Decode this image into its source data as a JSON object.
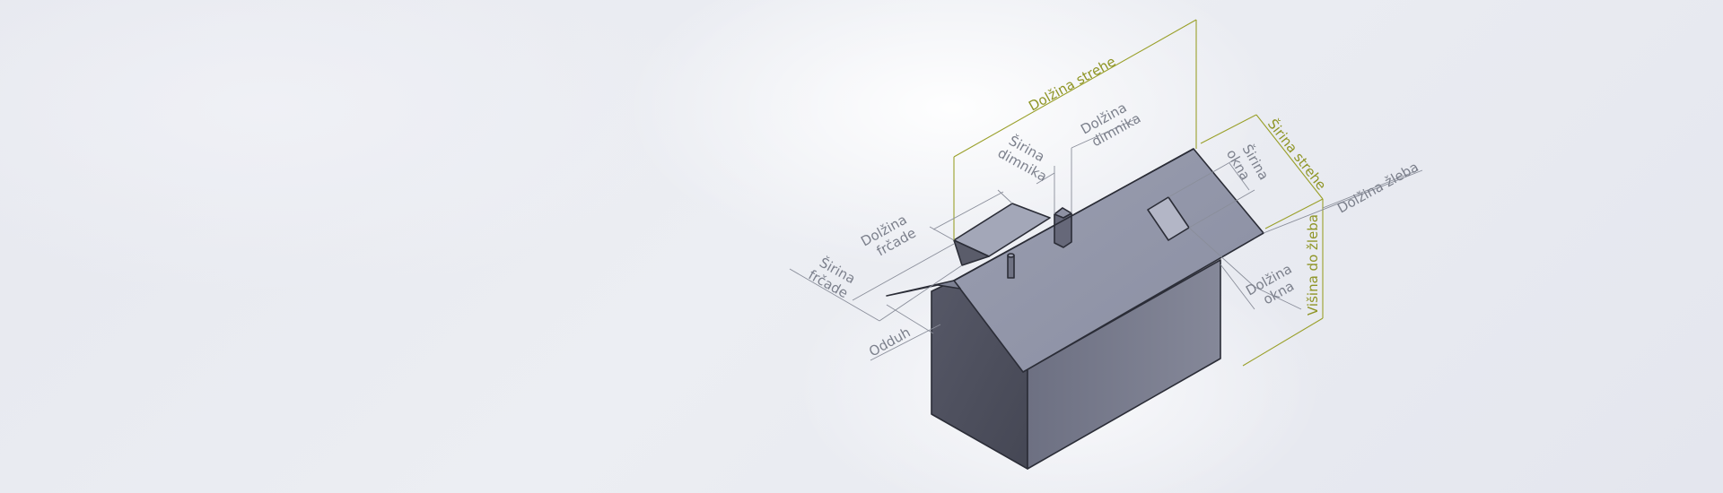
{
  "labels": {
    "dolzina_strehe": "Dolžina strehe",
    "sirina_strehe": "Širina strehe",
    "sirina_dimnika_1": "Širina",
    "sirina_dimnika_2": "dimnika",
    "dolzina_dimnika_1": "Dolžina",
    "dolzina_dimnika_2": "dimnika",
    "sirina_okna_1": "Širina",
    "sirina_okna_2": "okna",
    "dolzina_frcade_1": "Dolžina",
    "dolzina_frcade_2": "frčade",
    "sirina_frcade_1": "Širina",
    "sirina_frcade_2": "frčade",
    "odduh": "Odduh",
    "dolzina_okna_1": "Dolžina",
    "dolzina_okna_2": "okna",
    "visina_do_zleba": "Višina do žleba",
    "dolzina_zleba": "Dolžina žleba"
  },
  "colors": {
    "major_dimension": "#9aa02a",
    "minor_dimension": "#8a8e9a",
    "roof": "#8f93a6",
    "front_gable": "#4e505e",
    "side_wall": "#7b7e90"
  }
}
